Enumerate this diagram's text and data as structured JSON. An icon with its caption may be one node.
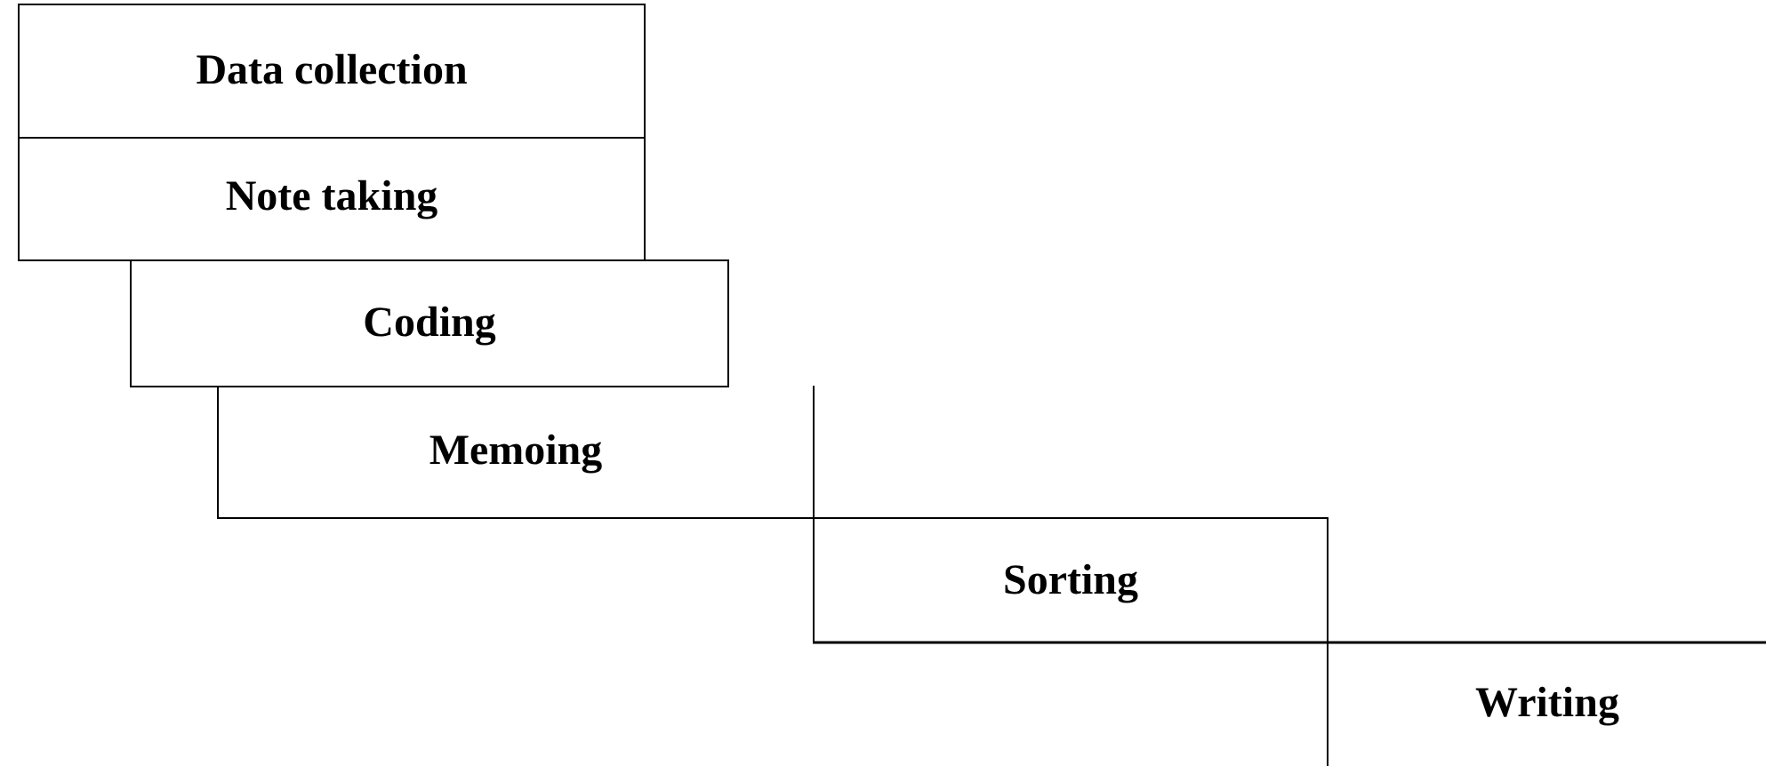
{
  "diagram": {
    "nodes": [
      {
        "text": [
          "Data collection"
        ]
      },
      {
        "text": [
          "Note taking"
        ]
      },
      {
        "text": [
          "Coding"
        ]
      },
      {
        "text": [
          "Memoing"
        ]
      },
      {
        "text": [
          "Sorting"
        ]
      },
      {
        "text": [
          "Writing"
        ]
      }
    ]
  }
}
